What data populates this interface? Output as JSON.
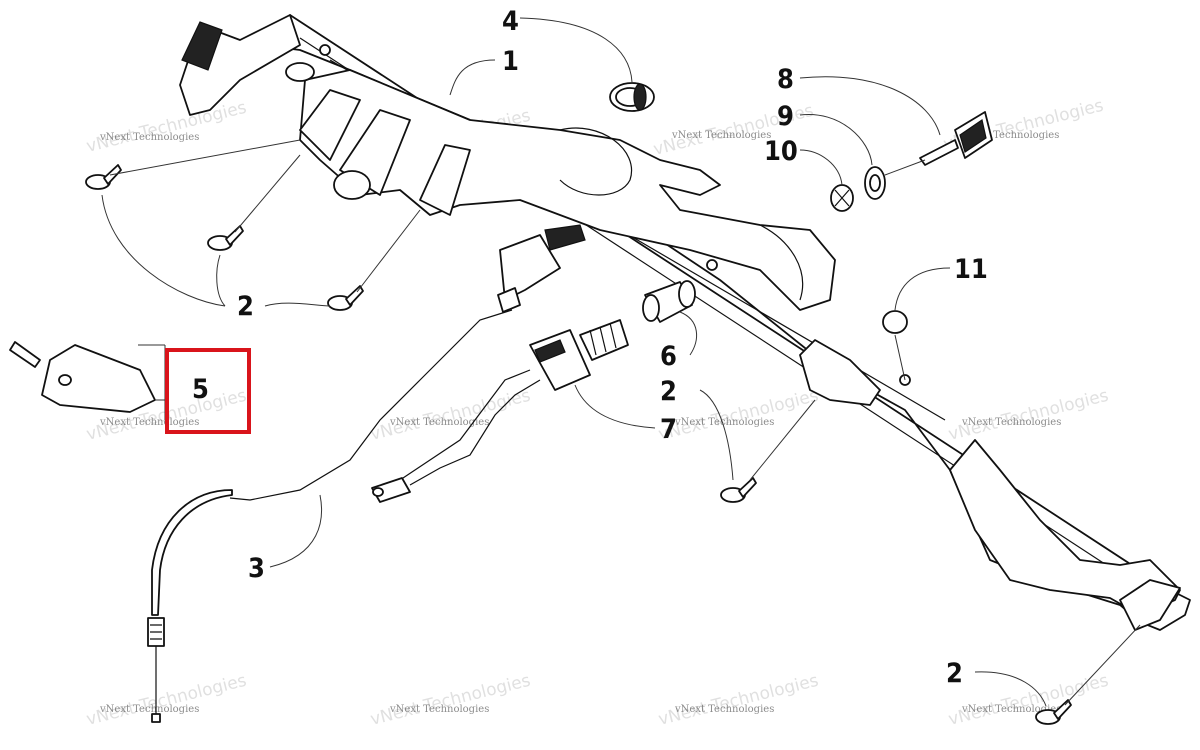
{
  "callouts": {
    "c1": "1",
    "c2a": "2",
    "c2b": "2",
    "c2c": "2",
    "c3": "3",
    "c4": "4",
    "c5": "5",
    "c6": "6",
    "c7": "7",
    "c8": "8",
    "c9": "9",
    "c10": "10",
    "c11": "11"
  },
  "highlight": {
    "label": "5",
    "color": "#d9141b"
  },
  "watermark": {
    "line1": "vNext Technologies",
    "line2": "vNext Technologies"
  }
}
